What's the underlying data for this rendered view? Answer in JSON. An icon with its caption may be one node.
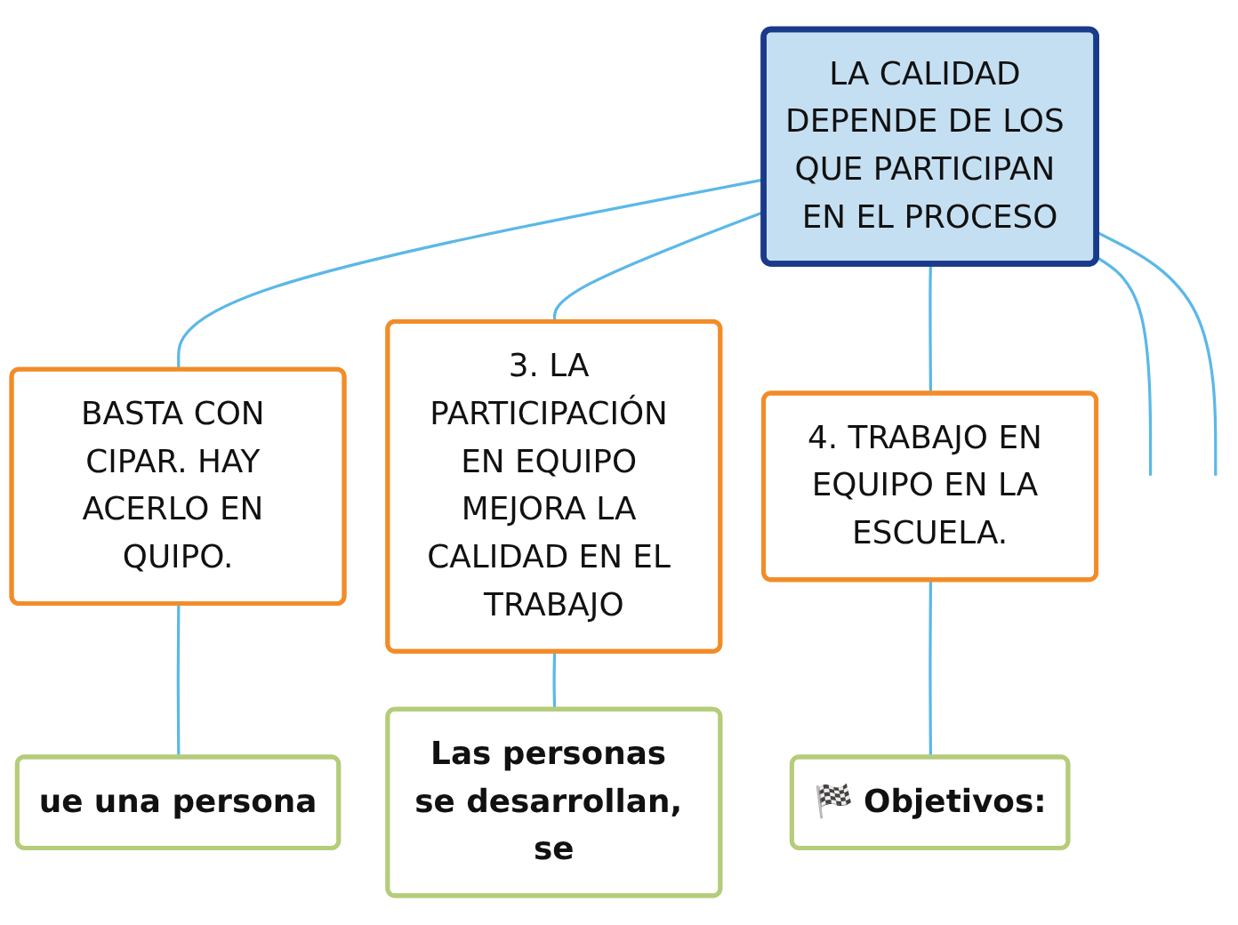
{
  "diagram": {
    "nodes": [
      {
        "text": [
          "LA CALIDAD DEPENDE DE LOS QUE PARTICIPAN EN EL PROCESO"
        ]
      },
      {
        "text": [
          "BASTA CON CIPAR. HAY ACERLO EN QUIPO."
        ]
      },
      {
        "text": [
          "3. LA PARTICIPACIÓN EN EQUIPO MEJORA LA CALIDAD EN EL TRABAJO"
        ]
      },
      {
        "text": [
          "4. TRABAJO EN EQUIPO EN LA ESCUELA."
        ]
      },
      {
        "text": [
          "ue una persona"
        ]
      },
      {
        "text": [
          "Las personas se desarrollan, se"
        ]
      },
      {
        "text": [
          "🏁 Objetivos:"
        ]
      }
    ],
    "edges": [
      {
        "from": 0,
        "to": null,
        "arrow": "none"
      },
      {
        "from": 0,
        "to": 1,
        "arrow": "none"
      },
      {
        "from": 0,
        "to": 2,
        "arrow": "none"
      },
      {
        "from": 0,
        "to": 3,
        "arrow": "none"
      },
      {
        "from": 0,
        "to": null,
        "arrow": "none"
      },
      {
        "from": 1,
        "to": 4,
        "arrow": "none"
      },
      {
        "from": 2,
        "to": 5,
        "arrow": "none"
      },
      {
        "from": 3,
        "to": 6,
        "arrow": "none"
      }
    ]
  }
}
